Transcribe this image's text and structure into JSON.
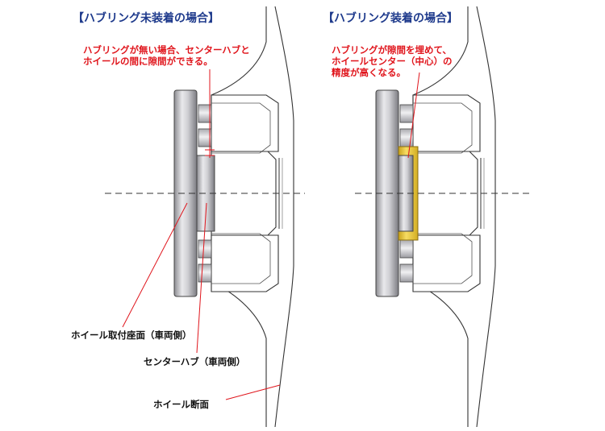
{
  "diagram": {
    "left_panel": {
      "title": "【ハブリング未装着の場合】",
      "note": "ハブリングが無い場合、センターハブと\nホイールの間に隙間ができる。"
    },
    "right_panel": {
      "title": "【ハブリング装着の場合】",
      "note": "ハブリングが隙間を埋めて、\nホイールセンター（中心）の\n精度が高くなる。"
    },
    "labels": {
      "wheel_mount_face": "ホイール取付座面（車両側）",
      "center_hub": "センターハブ（車両側）",
      "wheel_section": "ホイール断面"
    },
    "colors": {
      "note_red": "#e0151c",
      "title_blue": "#1e3a8c",
      "hub_ring_gold": "#e8c531",
      "metal_gray": "#c8c8cc"
    }
  }
}
